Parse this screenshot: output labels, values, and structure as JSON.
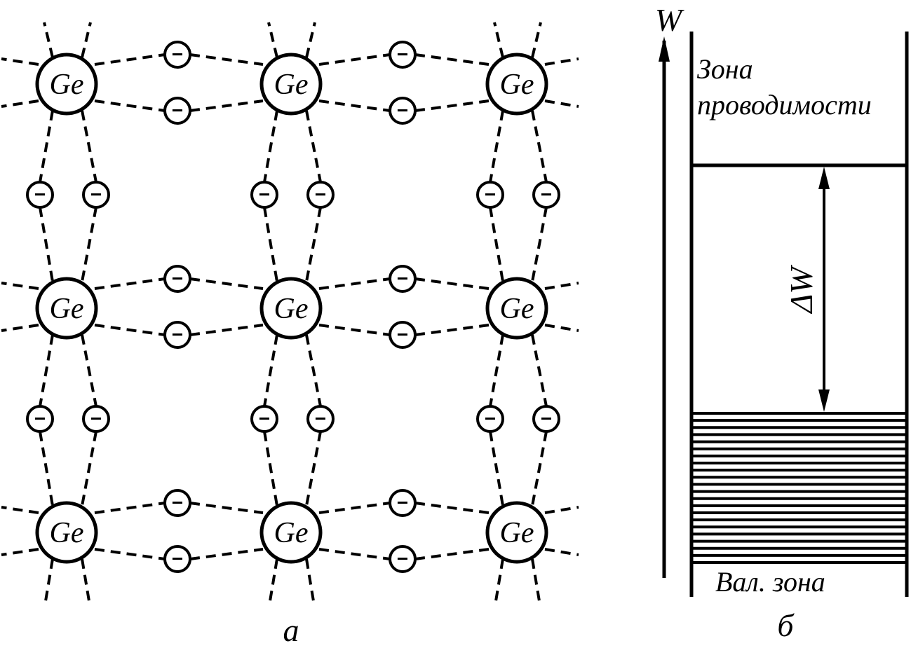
{
  "panel_a": {
    "atom_symbol": "Ge",
    "electron_symbol": "−",
    "caption": "а",
    "lattice_rows": 3,
    "lattice_cols": 3
  },
  "panel_b": {
    "axis_label": "W",
    "conduction_zone_line1": "Зона",
    "conduction_zone_line2": "проводимости",
    "gap_label": "ΔW",
    "valence_zone_label": "Вал. зона",
    "caption": "б",
    "valence_band_line_count": 22
  },
  "colors": {
    "ink": "#000000",
    "background": "#ffffff"
  }
}
